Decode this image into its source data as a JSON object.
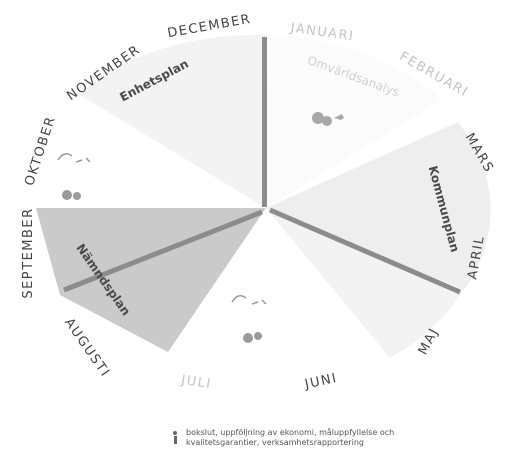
{
  "months": [
    "JANUARI",
    "FEBRUARI",
    "MARS",
    "APRIL",
    "MAJ",
    "JUNI",
    "JULI",
    "AUGUSTI",
    "SEPTEMBER",
    "OKTOBER",
    "NOVEMBER",
    "DECEMBER"
  ],
  "plans": {
    "omvarld": "Omvärldsanalys",
    "kommun": "Kommunplan",
    "namnd": "Nämndsplan",
    "enhet": "Enhetsplan"
  },
  "legend": {
    "line1": "bokslut, uppföljning av ekonomi, måluppfyllelse och",
    "line2": "kvalitetsgarantier, verksamhetsrapportering"
  },
  "colors": {
    "sector_fill": "#f1f1f1",
    "namnd_fill": "#c7c7c7",
    "divider": "#8c8c8c",
    "icon": "#9a9a9a"
  }
}
